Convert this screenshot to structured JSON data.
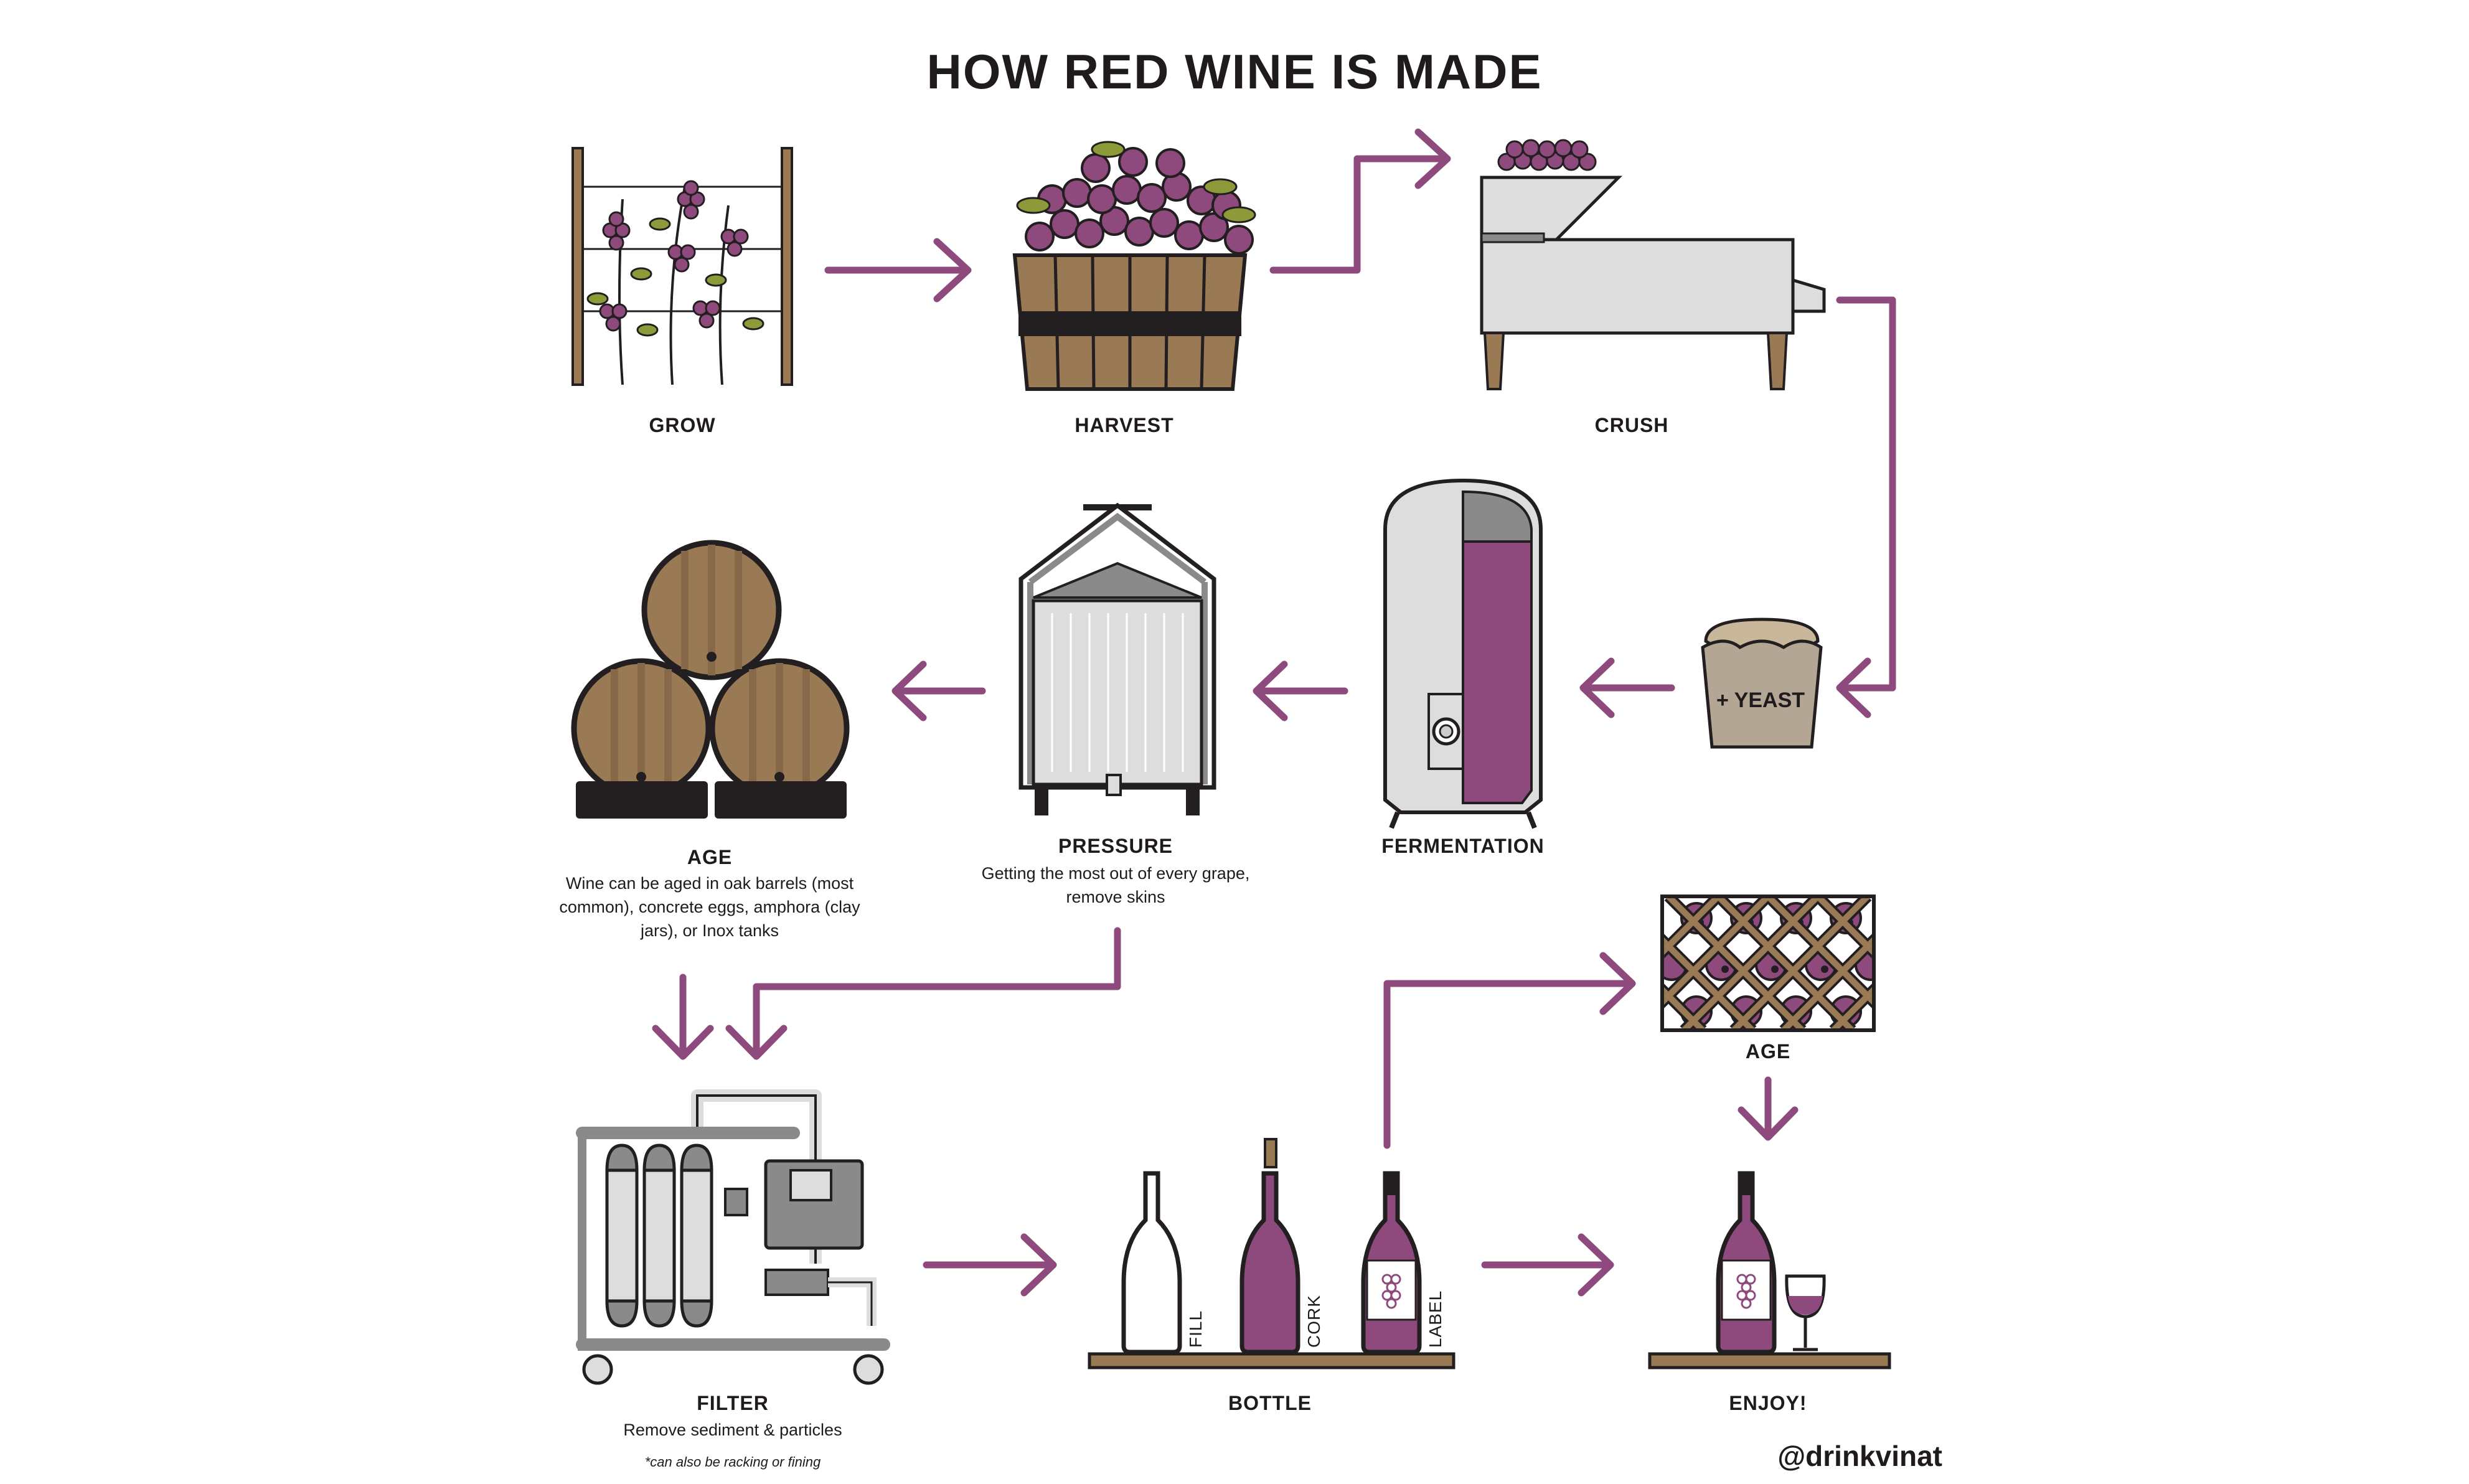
{
  "title": "HOW RED WINE IS MADE",
  "colors": {
    "wine": "#8e4a7d",
    "wood": "#9a7a55",
    "outline": "#231f20",
    "metal": "#dddddd"
  },
  "steps": {
    "grow": {
      "label": "GROW"
    },
    "harvest": {
      "label": "HARVEST"
    },
    "crush": {
      "label": "CRUSH"
    },
    "yeast": {
      "tag": "+ YEAST"
    },
    "fermentation": {
      "label": "FERMENTATION"
    },
    "pressure": {
      "label": "PRESSURE",
      "desc": [
        "Getting the most out of every grape,",
        "remove skins"
      ]
    },
    "age_barrels": {
      "label": "AGE",
      "desc": [
        "Wine can be aged in oak barrels (most",
        "common), concrete eggs, amphora (clay",
        "jars), or Inox tanks"
      ]
    },
    "filter": {
      "label": "FILTER",
      "desc": "Remove sediment & particles",
      "note": "*can also be racking or fining"
    },
    "bottle": {
      "label": "BOTTLE",
      "sub": [
        "FILL",
        "CORK",
        "LABEL"
      ]
    },
    "age_rack": {
      "label": "AGE"
    },
    "enjoy": {
      "label": "ENJOY!"
    }
  },
  "handle": "@drinkvinat"
}
